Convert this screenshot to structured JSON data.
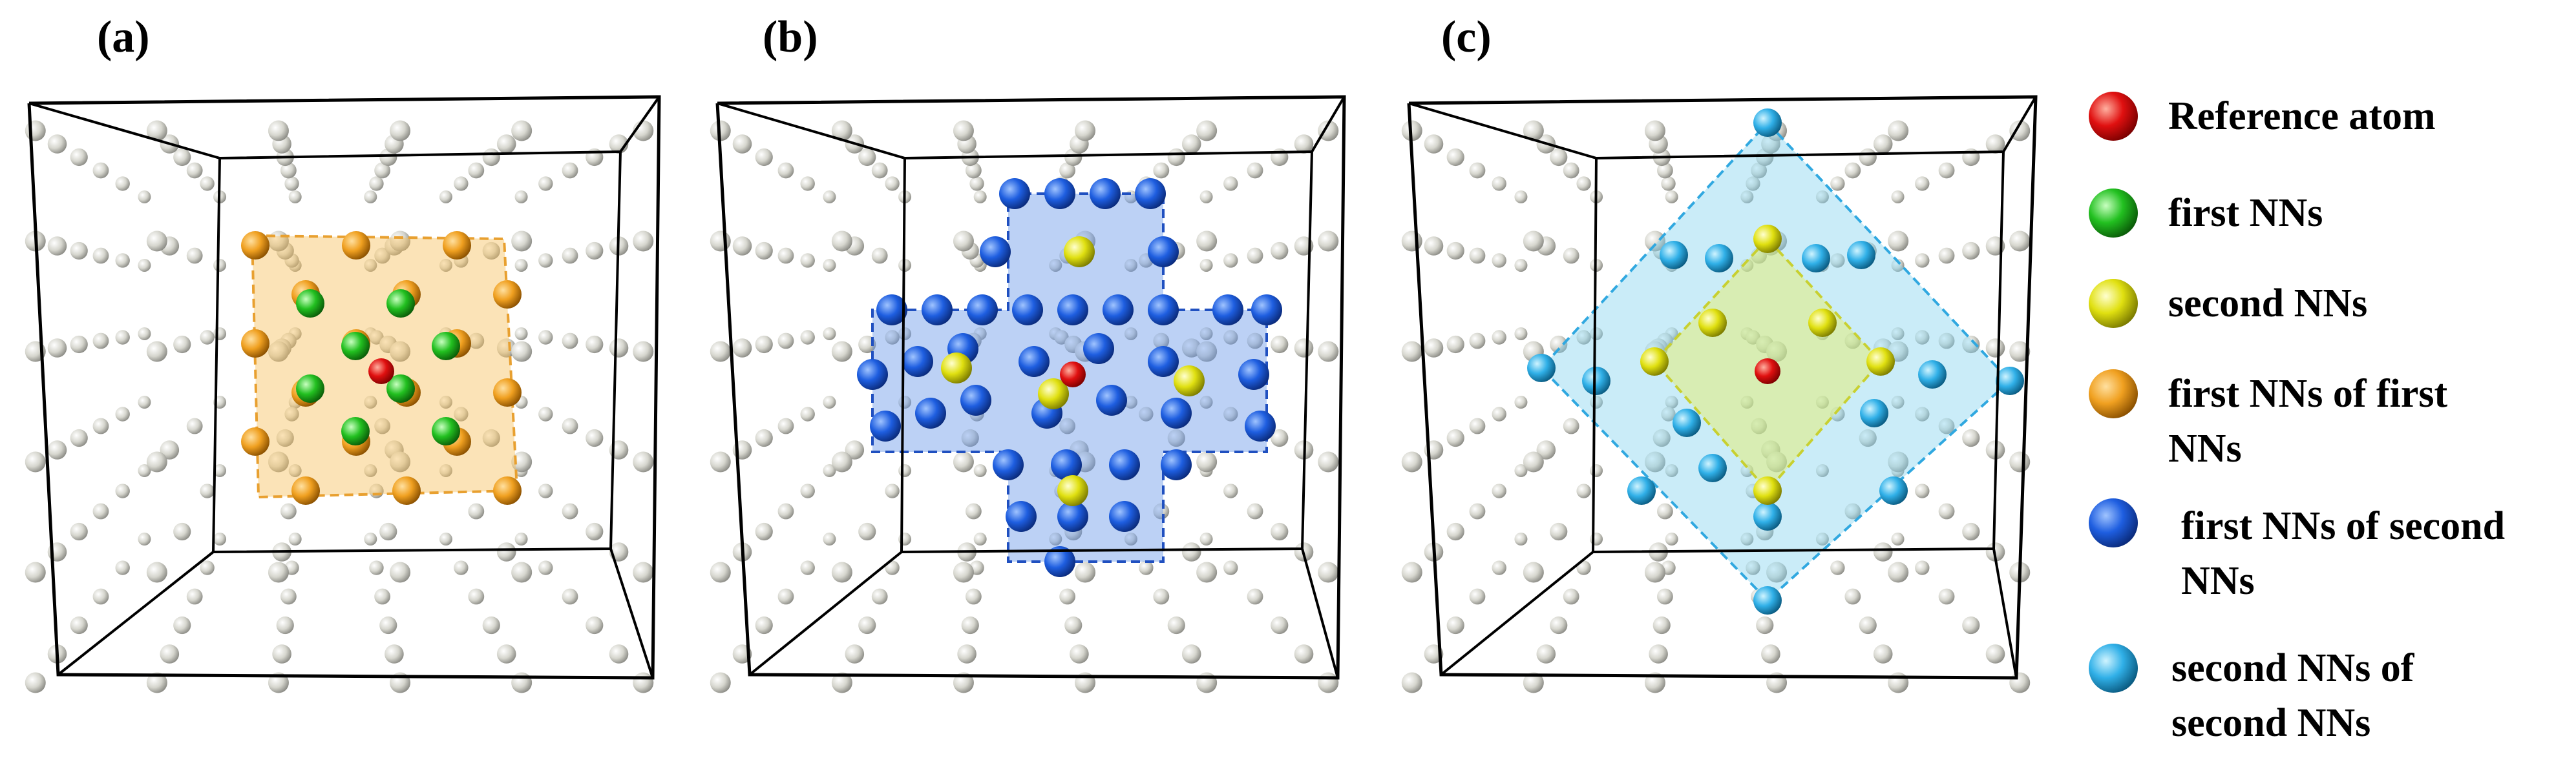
{
  "panels": [
    {
      "label": "(a)",
      "highlight": "first NNs of first NNs"
    },
    {
      "label": "(b)",
      "highlight": "first NNs of second NNs"
    },
    {
      "label": "(c)",
      "highlight": "second NNs of second NNs"
    }
  ],
  "legend": [
    {
      "name": "reference-atom",
      "lines": [
        "Reference atom"
      ],
      "color": "#e01010"
    },
    {
      "name": "first-nns",
      "lines": [
        "first NNs"
      ],
      "color": "#22c020"
    },
    {
      "name": "second-nns",
      "lines": [
        "second NNs"
      ],
      "color": "#e0e010"
    },
    {
      "name": "first-nns-of-first-nns",
      "lines": [
        "first NNs of first",
        "NNs"
      ],
      "color": "#f0a020"
    },
    {
      "name": "first-nns-of-second-nns",
      "lines": [
        "first NNs of second",
        "NNs"
      ],
      "color": "#1e5ee0"
    },
    {
      "name": "second-nns-of-second-nns",
      "lines": [
        "second NNs of",
        "second NNs"
      ],
      "color": "#30b0e8"
    }
  ],
  "colors": {
    "lattice_atom": "#d8d8d0",
    "box_edge": "#000000",
    "orange_polyhedron": "#f7c060",
    "blue_polyhedron": "#6a9ae8",
    "cyan_polyhedron": "#8ad4f0",
    "yellow_polyhedron": "#e8f060"
  }
}
